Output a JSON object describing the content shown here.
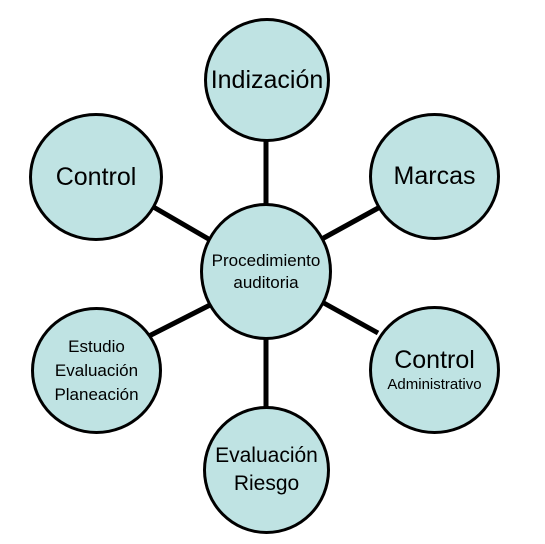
{
  "colors": {
    "node_fill": "#bfe3e3",
    "stroke": "#000000",
    "background": "#ffffff"
  },
  "center": {
    "line1": "Procedimiento",
    "line2": "auditoria"
  },
  "nodes": {
    "top": {
      "line1": "Indización"
    },
    "top_right": {
      "line1": "Marcas"
    },
    "right": {
      "line1": "Control",
      "line2": "Administrativo"
    },
    "bottom": {
      "line1": "Evaluación",
      "line2": "Riesgo"
    },
    "left": {
      "line1": "Estudio",
      "line2": "Evaluación",
      "line3": "Planeación"
    },
    "top_left": {
      "line1": "Control"
    }
  }
}
